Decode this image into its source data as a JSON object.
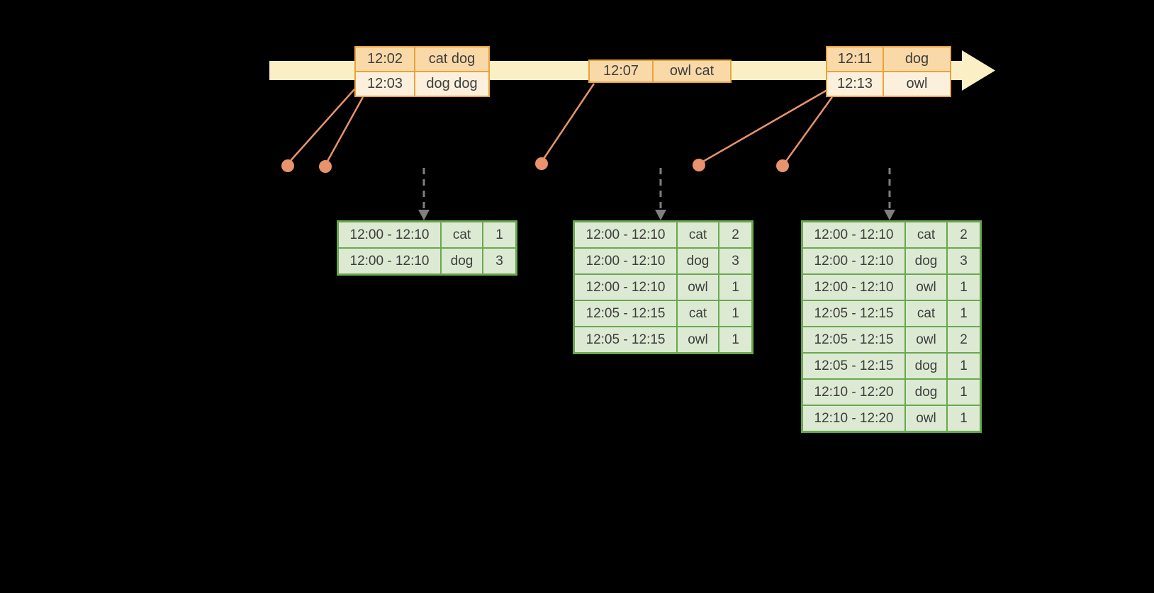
{
  "colors": {
    "background": "#000000",
    "timeline_fill": "#FBF0C5",
    "event_border": "#E9A33B",
    "event_fill_dark": "#F9D9A8",
    "event_fill_light": "#FCF0DC",
    "connector": "#E8936B",
    "trigger_arrow": "#7F7F7F",
    "result_border": "#6AA84F",
    "result_fill": "#DDEAD3",
    "table_text": "#3D3D3D"
  },
  "event_tables": [
    {
      "id": "events-12-02",
      "rows": [
        {
          "time": "12:02",
          "words": "cat dog",
          "shade": "dark"
        },
        {
          "time": "12:03",
          "words": "dog dog",
          "shade": "light"
        }
      ]
    },
    {
      "id": "events-12-07",
      "rows": [
        {
          "time": "12:07",
          "words": "owl cat",
          "shade": "dark"
        }
      ]
    },
    {
      "id": "events-12-11",
      "rows": [
        {
          "time": "12:11",
          "words": "dog",
          "shade": "dark"
        },
        {
          "time": "12:13",
          "words": "owl",
          "shade": "light"
        }
      ]
    }
  ],
  "result_tables": [
    {
      "id": "result-table-1",
      "rows": [
        {
          "window": "12:00 - 12:10",
          "word": "cat",
          "count": "1"
        },
        {
          "window": "12:00 - 12:10",
          "word": "dog",
          "count": "3"
        }
      ]
    },
    {
      "id": "result-table-2",
      "rows": [
        {
          "window": "12:00 - 12:10",
          "word": "cat",
          "count": "2"
        },
        {
          "window": "12:00 - 12:10",
          "word": "dog",
          "count": "3"
        },
        {
          "window": "12:00 - 12:10",
          "word": "owl",
          "count": "1"
        },
        {
          "window": "12:05 - 12:15",
          "word": "cat",
          "count": "1"
        },
        {
          "window": "12:05 - 12:15",
          "word": "owl",
          "count": "1"
        }
      ]
    },
    {
      "id": "result-table-3",
      "rows": [
        {
          "window": "12:00 - 12:10",
          "word": "cat",
          "count": "2"
        },
        {
          "window": "12:00 - 12:10",
          "word": "dog",
          "count": "3"
        },
        {
          "window": "12:00 - 12:10",
          "word": "owl",
          "count": "1"
        },
        {
          "window": "12:05 - 12:15",
          "word": "cat",
          "count": "1"
        },
        {
          "window": "12:05 - 12:15",
          "word": "owl",
          "count": "2"
        },
        {
          "window": "12:05 - 12:15",
          "word": "dog",
          "count": "1"
        },
        {
          "window": "12:10 - 12:20",
          "word": "dog",
          "count": "1"
        },
        {
          "window": "12:10 - 12:20",
          "word": "owl",
          "count": "1"
        }
      ]
    }
  ]
}
